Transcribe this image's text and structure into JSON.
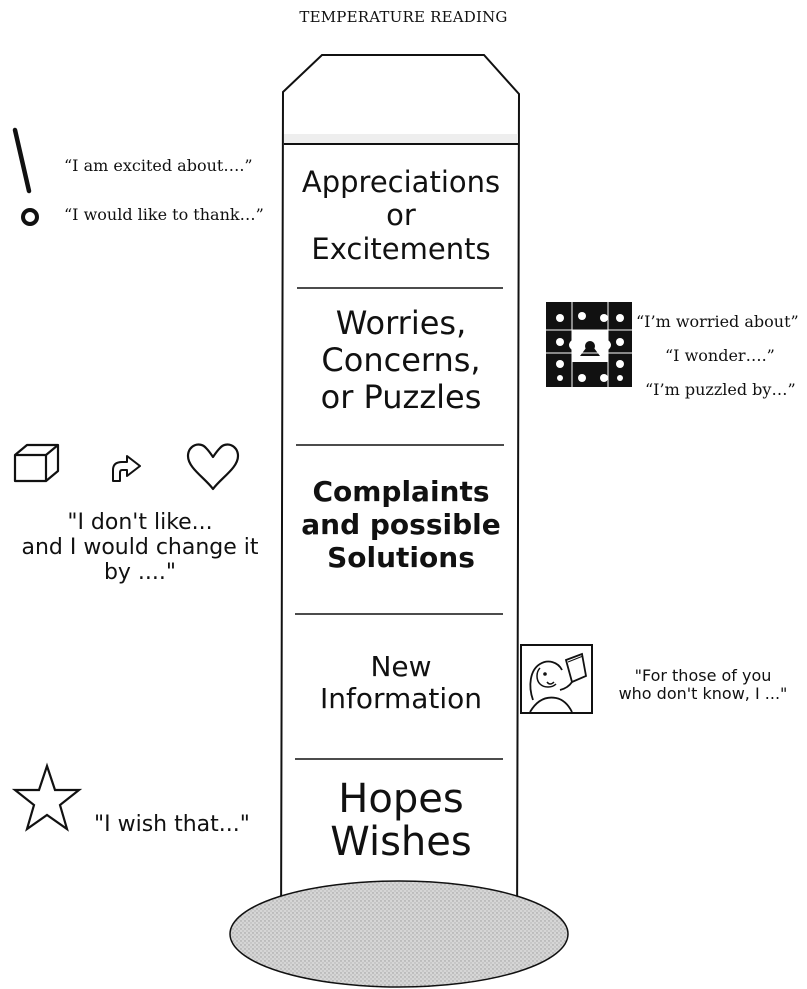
{
  "title": "TEMPERATURE READING",
  "sections": [
    {
      "lines": [
        "Appreciations",
        "or",
        "Excitements"
      ]
    },
    {
      "lines": [
        "Worries,",
        "Concerns,",
        "or Puzzles"
      ]
    },
    {
      "lines": [
        "Complaints",
        "and possible",
        "Solutions"
      ]
    },
    {
      "lines": [
        "New",
        "Information"
      ]
    },
    {
      "lines": [
        "Hopes",
        "Wishes"
      ]
    }
  ],
  "quotes": {
    "excited": "“I am excited about….”",
    "thank": "“I would like to thank…”",
    "worried": "“I’m worried about”",
    "wonder": "“I wonder….”",
    "puzzled": "“I’m puzzled by…”",
    "dont_like": [
      "\"I don't like...",
      "and I would change it",
      "by ....\""
    ],
    "new_info": [
      "\"For those of you",
      "who don't know, I ...\""
    ],
    "wish": "\"I wish that...\""
  },
  "icons": [
    "exclamation-icon",
    "puzzle-icon",
    "cube-icon",
    "arrow-icon",
    "heart-icon",
    "person-drinking-icon",
    "star-icon"
  ]
}
